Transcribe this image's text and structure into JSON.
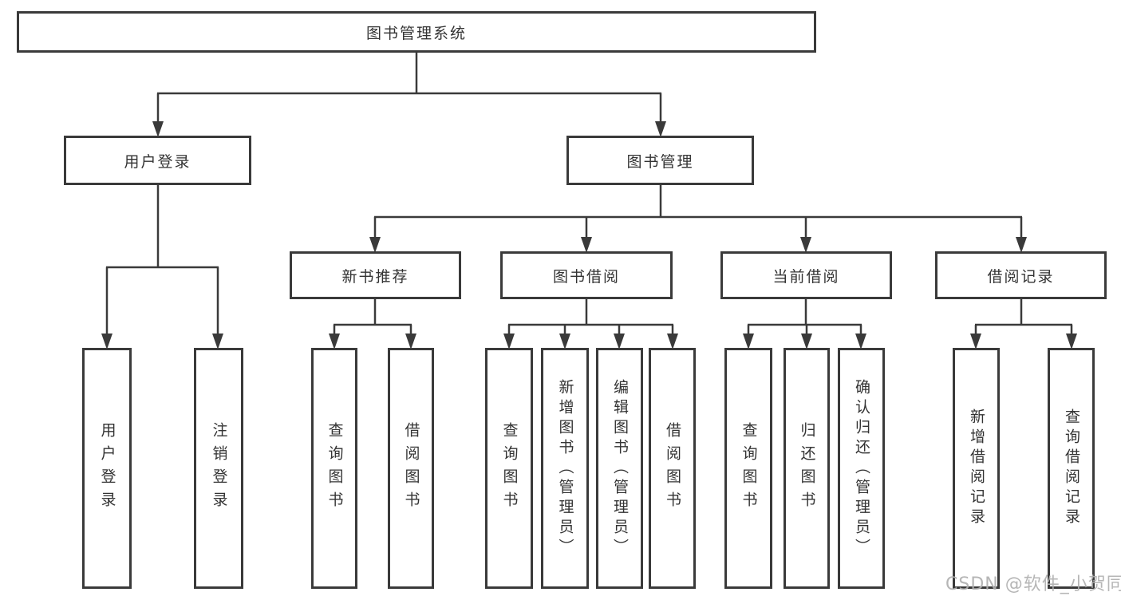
{
  "diagram": {
    "title": "图书管理系统",
    "nodes": {
      "root": {
        "label": "图书管理系统"
      },
      "level2": [
        {
          "label": "用户登录"
        },
        {
          "label": "图书管理"
        }
      ],
      "level3": [
        {
          "label": "新书推荐"
        },
        {
          "label": "图书借阅"
        },
        {
          "label": "当前借阅"
        },
        {
          "label": "借阅记录"
        }
      ],
      "level4": {
        "user_login": [
          {
            "label": "用户登录"
          },
          {
            "label": "注销登录"
          }
        ],
        "new_books": [
          {
            "label": "查询图书"
          },
          {
            "label": "借阅图书"
          }
        ],
        "borrowing": [
          {
            "label": "查询图书"
          },
          {
            "label": "新增图书（管理员）"
          },
          {
            "label": "编辑图书（管理员）"
          },
          {
            "label": "借阅图书"
          }
        ],
        "current": [
          {
            "label": "查询图书"
          },
          {
            "label": "归还图书"
          },
          {
            "label": "确认归还（管理员）"
          }
        ],
        "records": [
          {
            "label": "新增借阅记录"
          },
          {
            "label": "查询借阅记录"
          }
        ]
      }
    },
    "colors": {
      "line": "#3a3a3a",
      "text": "#333333",
      "background": "#ffffff",
      "watermark": "#b0b0b0"
    }
  },
  "watermark": {
    "text": "CSDN @软件_小贺同学"
  }
}
